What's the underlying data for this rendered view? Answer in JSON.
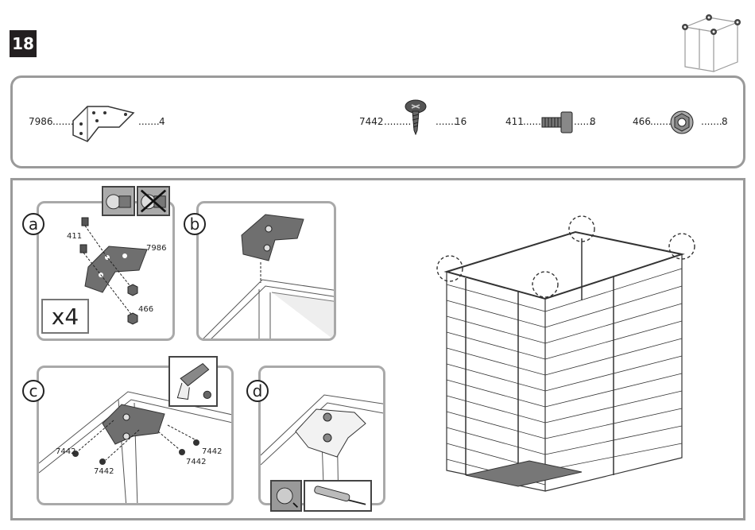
{
  "step": {
    "number": "18"
  },
  "parts": [
    {
      "code": "7986",
      "leader": ".......",
      "qty_leader": ".......",
      "qty": "4",
      "icon": "corner-bracket-icon"
    },
    {
      "code": "7442",
      "leader": ".........",
      "qty_leader": ".......",
      "qty": "16",
      "icon": "screw-icon"
    },
    {
      "code": "411",
      "leader": ".......",
      "qty_leader": ".......",
      "qty": "8",
      "icon": "bolt-icon"
    },
    {
      "code": "466",
      "leader": ".......",
      "qty_leader": ".......",
      "qty": "8",
      "icon": "flange-nut-icon"
    }
  ],
  "panels": {
    "a": {
      "letter": "a",
      "bolt_label": "411",
      "bracket_label": "7986",
      "nut_label": "466",
      "multiplier": "x4"
    },
    "b": {
      "letter": "b"
    },
    "c": {
      "letter": "c",
      "screw_labels": [
        "7442",
        "7442",
        "7442",
        "7442"
      ]
    },
    "d": {
      "letter": "d"
    }
  },
  "colors": {
    "frame": "#9a9a9a",
    "badge": "#231f20",
    "metal": "#6f6f6f",
    "panel_border": "#a9a9a9"
  }
}
